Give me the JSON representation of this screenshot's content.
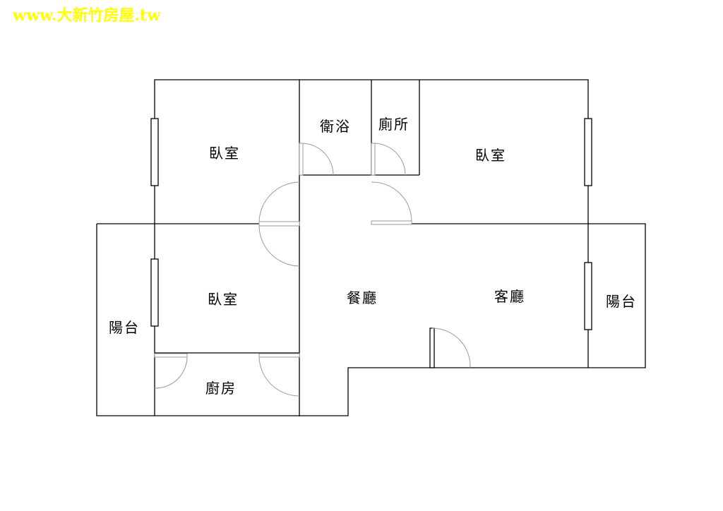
{
  "watermark": {
    "text": "www.大新竹房屋.tw",
    "color": "#ffff00"
  },
  "colors": {
    "wall": "#000000",
    "door": "#9a9a9a",
    "window": "#000000",
    "label": "#000000"
  },
  "rooms": [
    {
      "id": "bedroom-top-left",
      "label": "臥室"
    },
    {
      "id": "bathroom",
      "label": "衛浴"
    },
    {
      "id": "toilet",
      "label": "廁所"
    },
    {
      "id": "bedroom-top-right",
      "label": "臥室"
    },
    {
      "id": "bedroom-middle-left",
      "label": "臥室"
    },
    {
      "id": "dining-room",
      "label": "餐廳"
    },
    {
      "id": "living-room",
      "label": "客廳"
    },
    {
      "id": "balcony-left",
      "label": "陽台"
    },
    {
      "id": "balcony-right",
      "label": "陽台"
    },
    {
      "id": "kitchen",
      "label": "廚房"
    }
  ]
}
